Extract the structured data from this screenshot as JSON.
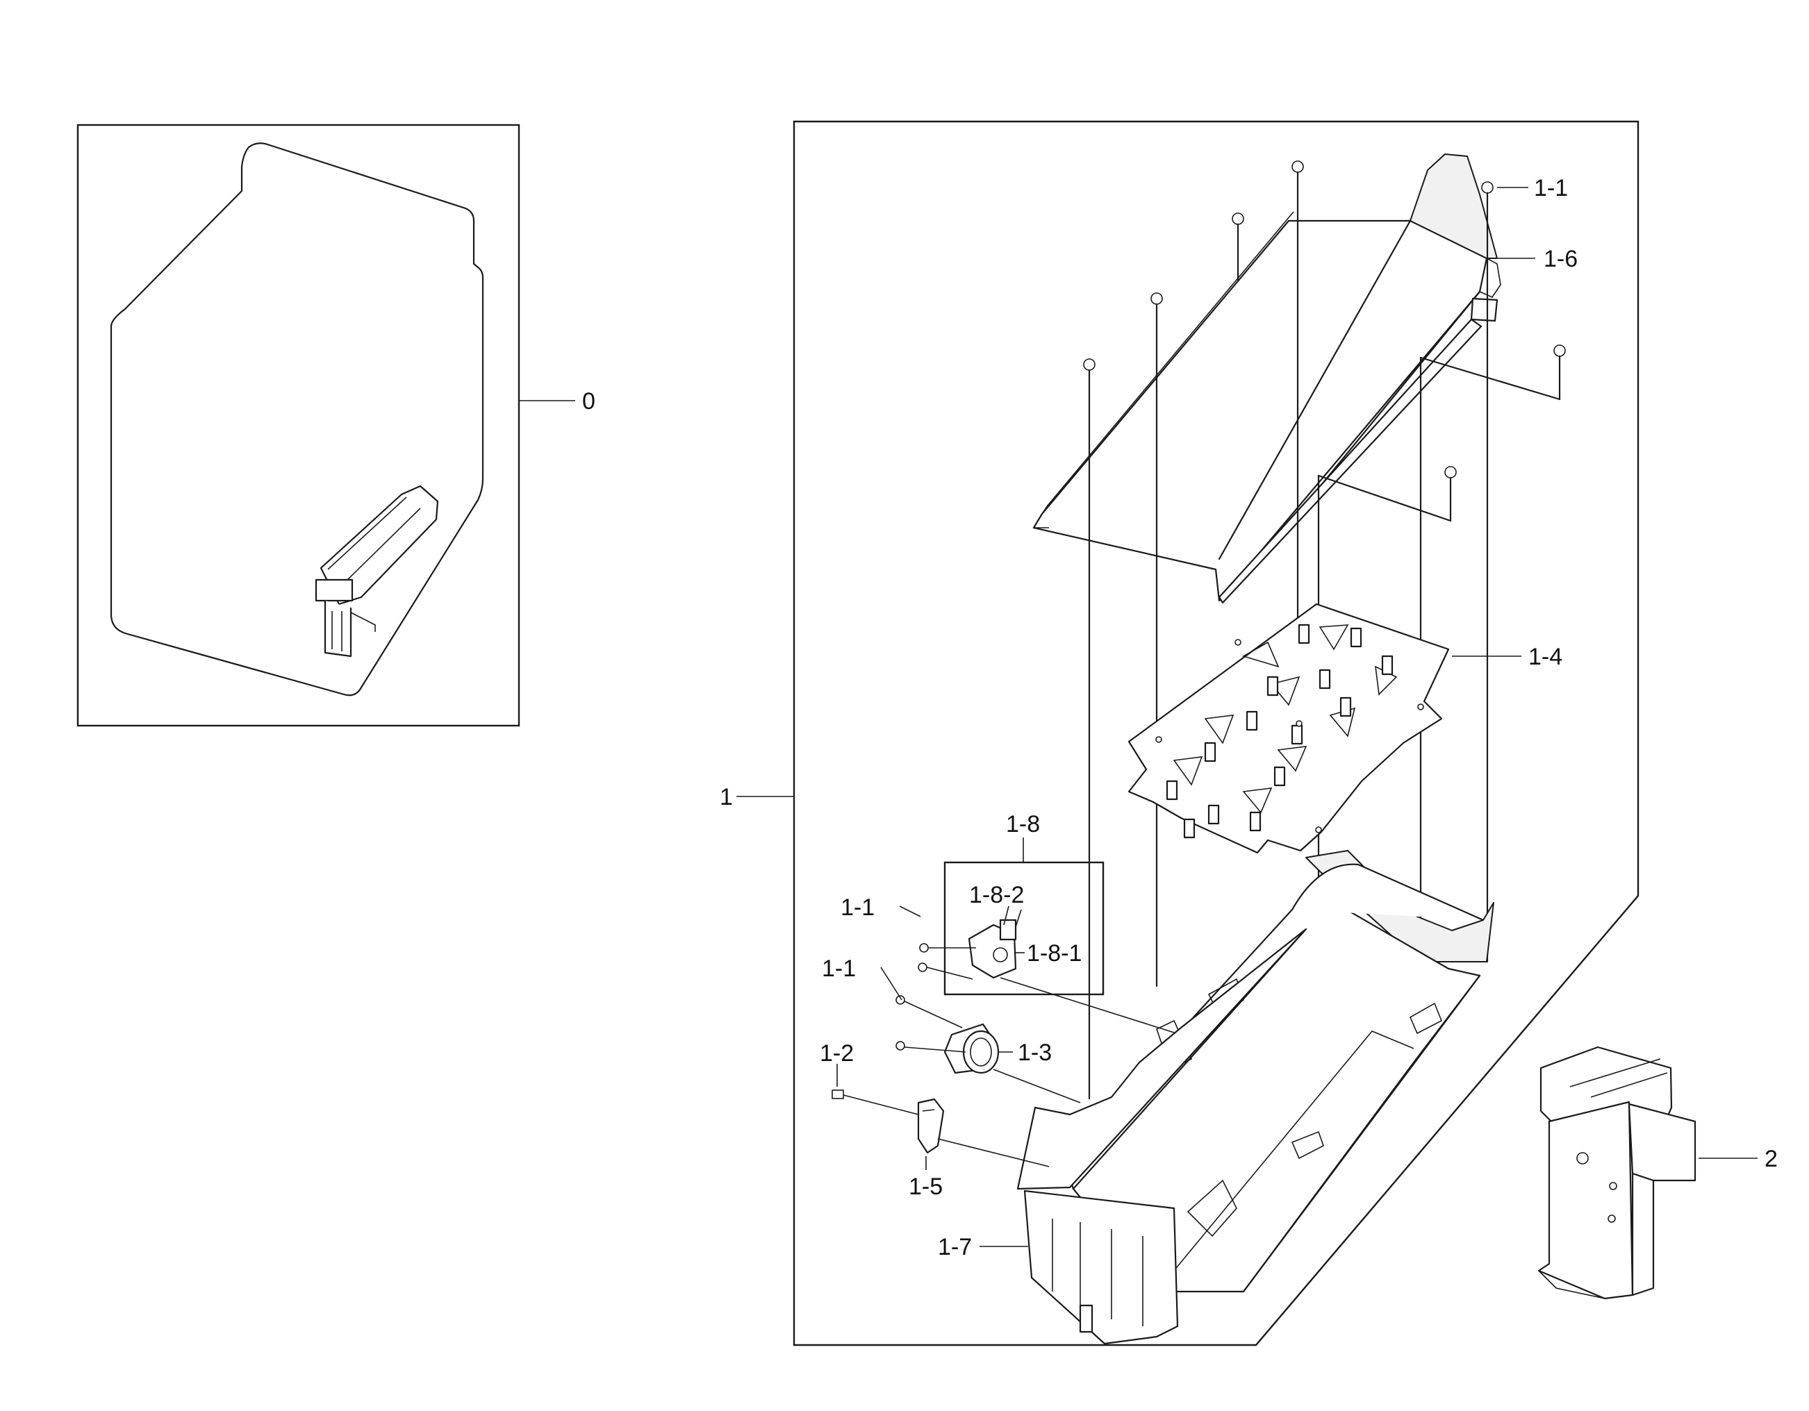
{
  "labels": {
    "assembly_machine": "0",
    "assembly_heater": "1",
    "screw_top": "1-1",
    "screw_thermostat_a": "1-1",
    "screw_thermostat_b": "1-1",
    "screw_bottom": "1-2",
    "thermostat": "1-3",
    "heater_plate": "1-4",
    "thermo_cover": "1-5",
    "heater_cover": "1-6",
    "heater_duct": "1-7",
    "thermostat_group": "1-8",
    "thermostat_sub_1": "1-8-1",
    "thermostat_sub_2": "1-8-2",
    "bracket": "2"
  }
}
